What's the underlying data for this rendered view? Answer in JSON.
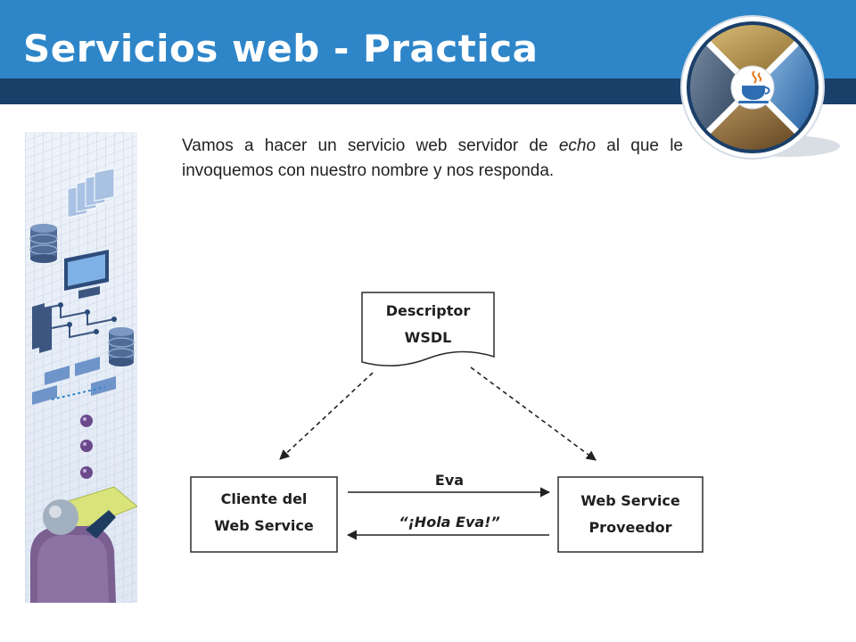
{
  "slide": {
    "title": "Servicios web - Practica",
    "intro_before": "Vamos a hacer un servicio web servidor de ",
    "intro_emphasis": "echo",
    "intro_after": " al que le invoquemos con nuestro nombre y nos responda."
  },
  "logo": {
    "icon": "java-cup-icon"
  },
  "side_art": {
    "icon": "network-collage-icon"
  },
  "colors": {
    "header_blue": "#2e86c9",
    "header_dark": "#1a3f69",
    "bullet_purple": "#6b4a8c"
  },
  "diagram": {
    "descriptor": {
      "line1": "Descriptor",
      "line2": "WSDL"
    },
    "client": {
      "line1": "Cliente del",
      "line2": "Web Service"
    },
    "provider": {
      "line1": "Web Service",
      "line2": "Proveedor"
    },
    "request_label": "Eva",
    "response_label": "“¡Hola Eva!”"
  }
}
